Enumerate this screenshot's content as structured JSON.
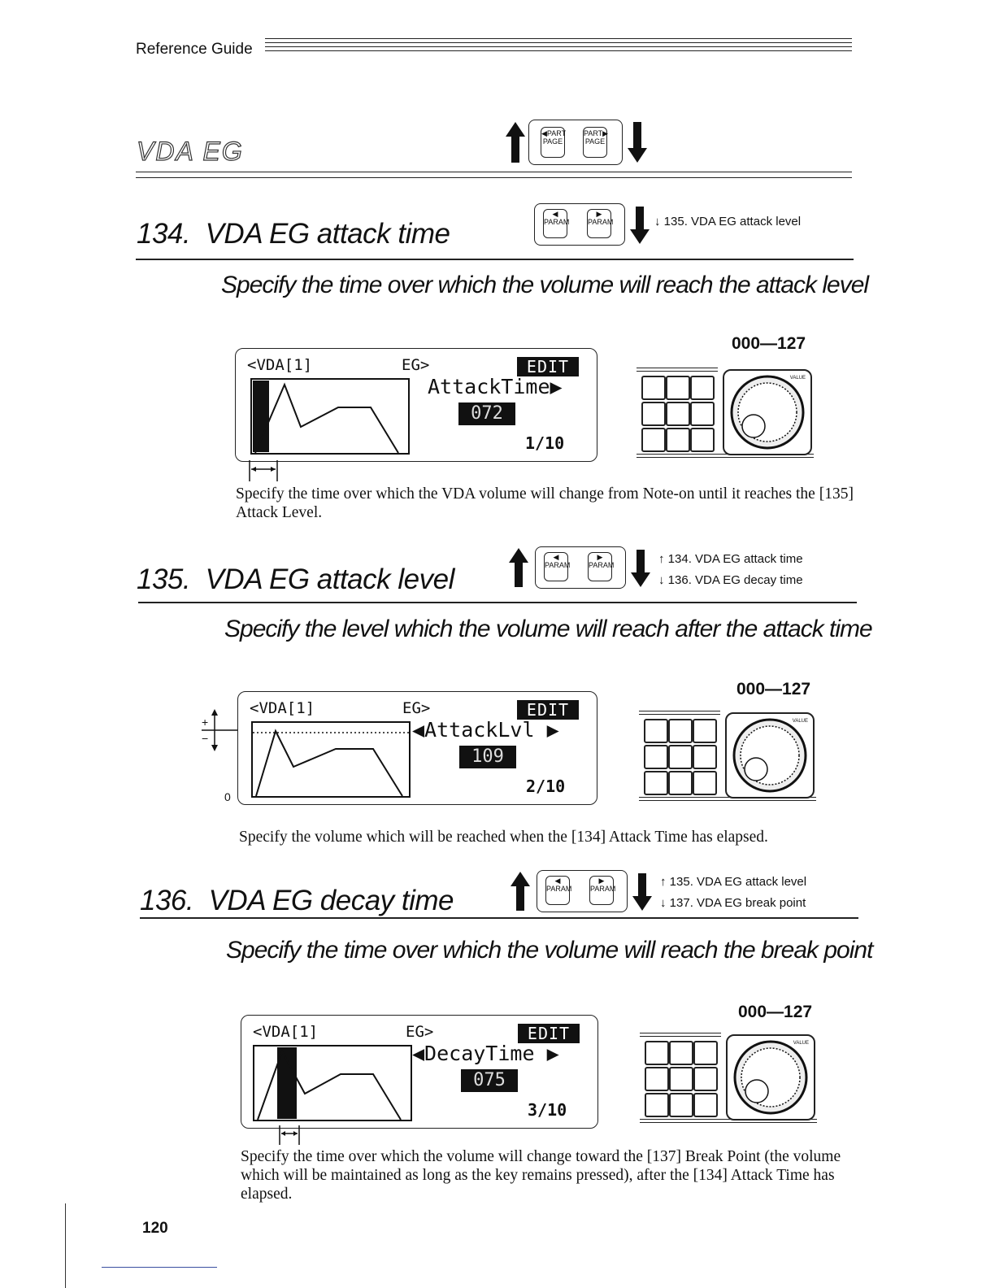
{
  "header": {
    "running_head": "Reference Guide"
  },
  "chapter": {
    "title": "VDA EG",
    "nav_buttons": [
      {
        "top": "◀PART",
        "bottom": "PAGE"
      },
      {
        "top": "PART▶",
        "bottom": "PAGE"
      }
    ]
  },
  "param_buttons": [
    {
      "top": "◀",
      "bottom": "PARAM"
    },
    {
      "top": "▶",
      "bottom": "PARAM"
    }
  ],
  "sections": [
    {
      "number": "134.",
      "title": "VDA EG attack time",
      "nav_next": "↓ 135. VDA EG attack level",
      "subtitle": "Specify the time over which the volume will reach the attack level",
      "lcd": {
        "header_left": "<VDA[1]",
        "header_mid": "EG>",
        "tag": "EDIT",
        "param": "AttackTime▶",
        "value": "072",
        "page": "1/10"
      },
      "range": "000—127",
      "description": "Specify the time over which the VDA volume will change from Note-on until it reaches the [135] Attack Level."
    },
    {
      "number": "135.",
      "title": "VDA EG attack level",
      "nav_prev": "↑ 134. VDA EG attack time",
      "nav_next": "↓ 136. VDA EG decay time",
      "subtitle": "Specify the level which the volume will reach after the attack time",
      "lcd": {
        "header_left": "<VDA[1]",
        "header_mid": "EG>",
        "tag": "EDIT",
        "param": "◀AttackLvl ▶",
        "value": "109",
        "page": "2/10"
      },
      "range": "000—127",
      "axis": {
        "plus": "+",
        "minus": "−",
        "zero": "0"
      },
      "description": "Specify the volume which will be reached when the [134] Attack Time has elapsed."
    },
    {
      "number": "136.",
      "title": "VDA EG decay time",
      "nav_prev": "↑ 135. VDA EG attack level",
      "nav_next": "↓ 137. VDA EG break point",
      "subtitle": "Specify the time over which the volume will reach the break point",
      "lcd": {
        "header_left": "<VDA[1]",
        "header_mid": "EG>",
        "tag": "EDIT",
        "param": "◀DecayTime ▶",
        "value": "075",
        "page": "3/10"
      },
      "range": "000—127",
      "description": "Specify the time over which the volume will change toward the [137] Break Point (the volume which will be maintained as long as the key remains pressed), after the [134] Attack Time has elapsed."
    }
  ],
  "panel": {
    "knob_label": "VALUE"
  },
  "footer": {
    "page_number": "120"
  }
}
